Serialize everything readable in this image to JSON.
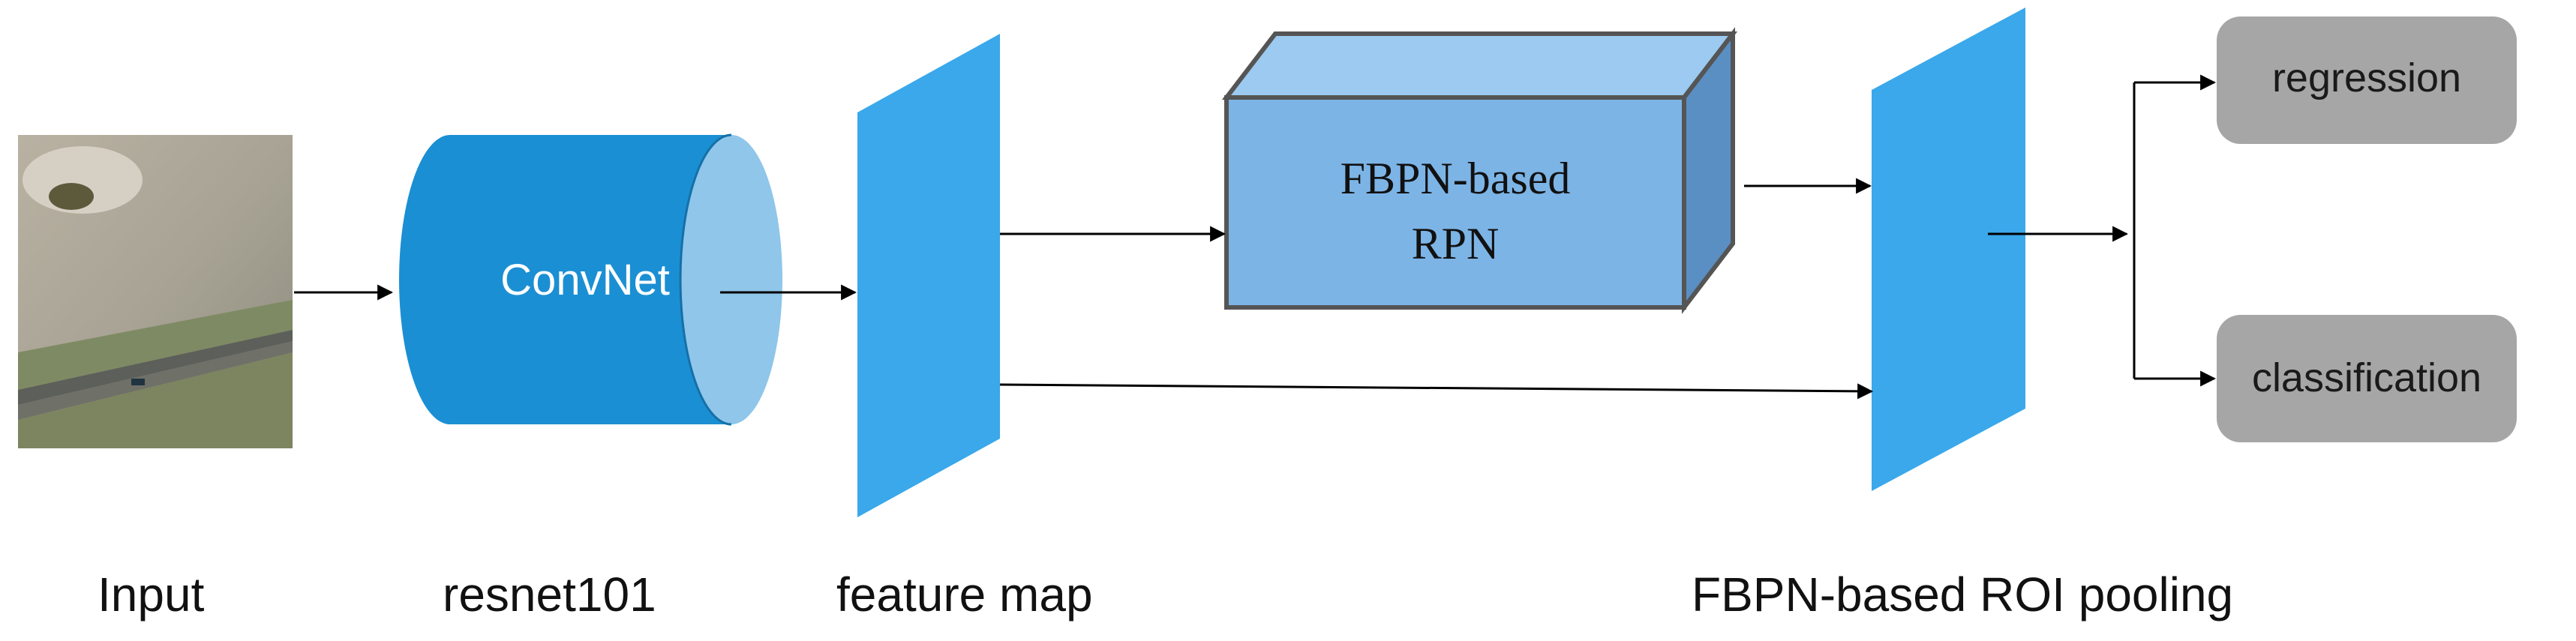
{
  "nodes": {
    "input_image": {
      "description": "satellite image thumbnail"
    },
    "convnet": {
      "label": "ConvNet"
    },
    "rpn": {
      "line1": "FBPN-based",
      "line2": "RPN"
    },
    "regression": {
      "label": "regression"
    },
    "classification": {
      "label": "classification"
    }
  },
  "captions": {
    "input": "Input",
    "backbone": "resnet101",
    "feature_map": "feature map",
    "roi_pooling": "FBPN-based ROI pooling"
  },
  "colors": {
    "cylinder_body": "#1b8fd3",
    "cylinder_cap": "#8fc6ea",
    "parallelogram": "#3aa8ea",
    "box_front": "#7db4e6",
    "box_top": "#9ccaf0",
    "box_side": "#5a8fc4",
    "output_box": "#a6a6a6",
    "arrow": "#000000"
  }
}
